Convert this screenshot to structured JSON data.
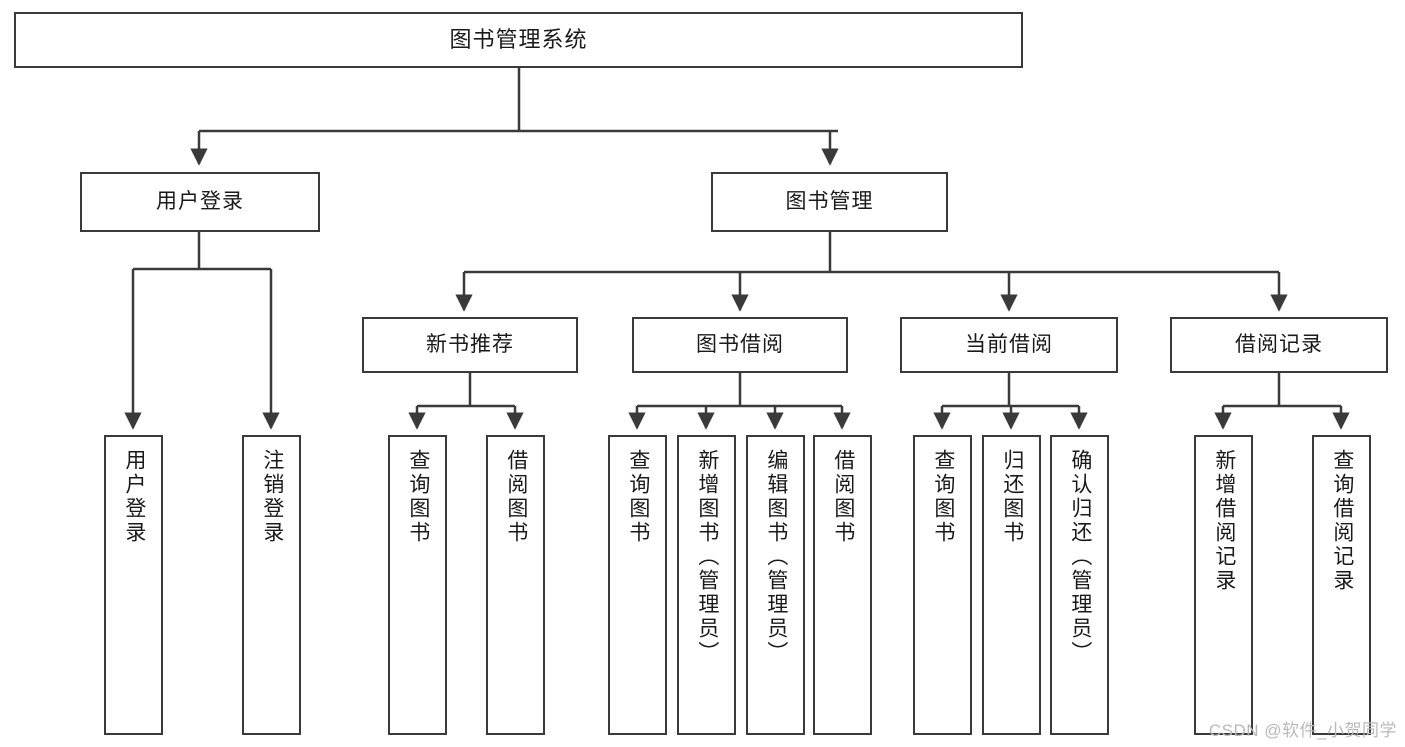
{
  "diagram": {
    "type": "tree",
    "title": "图书管理系统",
    "watermark": "CSDN @软件_小贺同学",
    "colors": {
      "stroke": "#3a3a3a",
      "text": "#1a1a1a",
      "background": "#ffffff",
      "watermark": "#b9b9b9"
    },
    "nodes": {
      "root": {
        "label": "图书管理系统"
      },
      "level2": [
        {
          "id": "user-login",
          "label": "用户登录"
        },
        {
          "id": "book-manage",
          "label": "图书管理"
        }
      ],
      "level3": [
        {
          "id": "new-book-recommend",
          "label": "新书推荐"
        },
        {
          "id": "book-borrow",
          "label": "图书借阅"
        },
        {
          "id": "current-borrow",
          "label": "当前借阅"
        },
        {
          "id": "borrow-record",
          "label": "借阅记录"
        }
      ],
      "leaves": {
        "user-login": [
          {
            "id": "leaf-user-login",
            "label": "用户登录"
          },
          {
            "id": "leaf-logout",
            "label": "注销登录"
          }
        ],
        "new-book-recommend": [
          {
            "id": "leaf-query-book-1",
            "label": "查询图书"
          },
          {
            "id": "leaf-borrow-book-1",
            "label": "借阅图书"
          }
        ],
        "book-borrow": [
          {
            "id": "leaf-query-book-2",
            "label": "查询图书"
          },
          {
            "id": "leaf-add-book",
            "label": "新增图书（管理员）"
          },
          {
            "id": "leaf-edit-book",
            "label": "编辑图书（管理员）"
          },
          {
            "id": "leaf-borrow-book-2",
            "label": "借阅图书"
          }
        ],
        "current-borrow": [
          {
            "id": "leaf-query-book-3",
            "label": "查询图书"
          },
          {
            "id": "leaf-return-book",
            "label": "归还图书"
          },
          {
            "id": "leaf-confirm-return",
            "label": "确认归还（管理员）"
          }
        ],
        "borrow-record": [
          {
            "id": "leaf-add-record",
            "label": "新增借阅记录"
          },
          {
            "id": "leaf-query-record",
            "label": "查询借阅记录"
          }
        ]
      }
    }
  }
}
